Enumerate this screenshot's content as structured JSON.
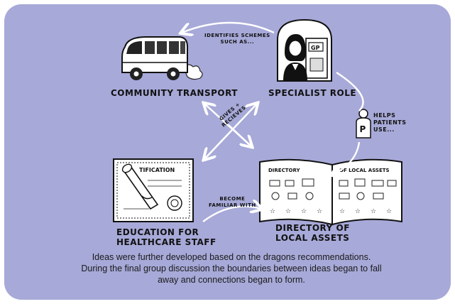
{
  "nodes": {
    "community_transport": "COMMUNITY TRANSPORT",
    "specialist_role": "SPECIALIST ROLE",
    "education": [
      "EDUCATION FOR",
      "HEALTHCARE STAFF"
    ],
    "directory": [
      "DIRECTORY OF",
      "LOCAL ASSETS"
    ]
  },
  "connectors": {
    "identifies": [
      "IDENTIFIES SCHEMES",
      "SUCH AS..."
    ],
    "gives_receives": [
      "GIVES +",
      "RECIEVES"
    ],
    "helps": [
      "HELPS",
      "PATIENTS",
      "USE..."
    ],
    "become_familiar": [
      "BECOME",
      "FAMILIAR WITH"
    ]
  },
  "figure_text": {
    "gp_sign": "GP",
    "cert_heading": "TIFICATION",
    "book_left": "DIRECTORY",
    "book_right": "OF LOCAL ASSETS",
    "patient_badge": "P"
  },
  "caption": [
    "Ideas were further developed based on the dragons recommendations.",
    "During the final group discussion the boundaries between ideas began to fall",
    "away and connections began to form."
  ]
}
